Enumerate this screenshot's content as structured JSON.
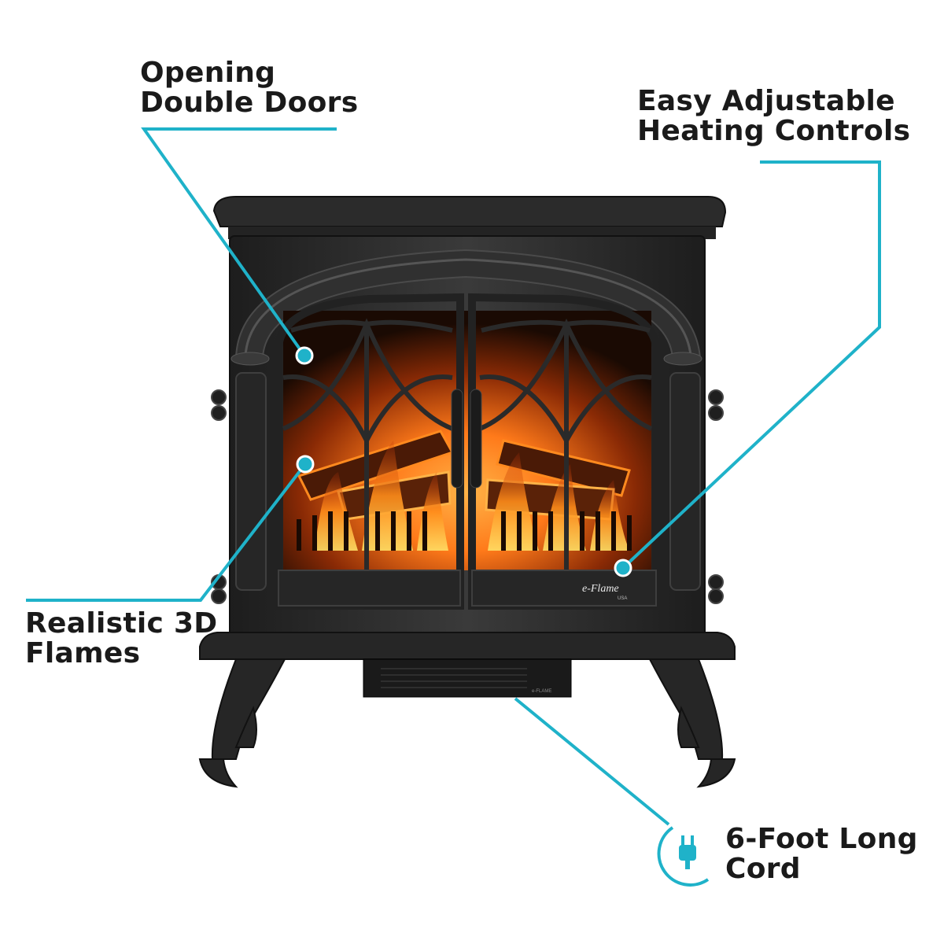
{
  "callouts": {
    "doors": {
      "line1": "Opening",
      "line2": "Double Doors"
    },
    "controls": {
      "line1": "Easy Adjustable",
      "line2": "Heating Controls"
    },
    "flames": {
      "line1": "Realistic 3D",
      "line2": "Flames"
    },
    "cord": {
      "line1": "6-Foot Long",
      "line2": "Cord"
    }
  },
  "product": {
    "brand_logo_text": "e-Flame",
    "logo_suffix": "USA",
    "fan_label": "e-FLAME"
  },
  "colors": {
    "accent": "#1fb2c9",
    "body": "#2a2a2a",
    "text": "#1a1a1a",
    "background": "#ffffff"
  },
  "icons": [
    "plug-icon"
  ]
}
